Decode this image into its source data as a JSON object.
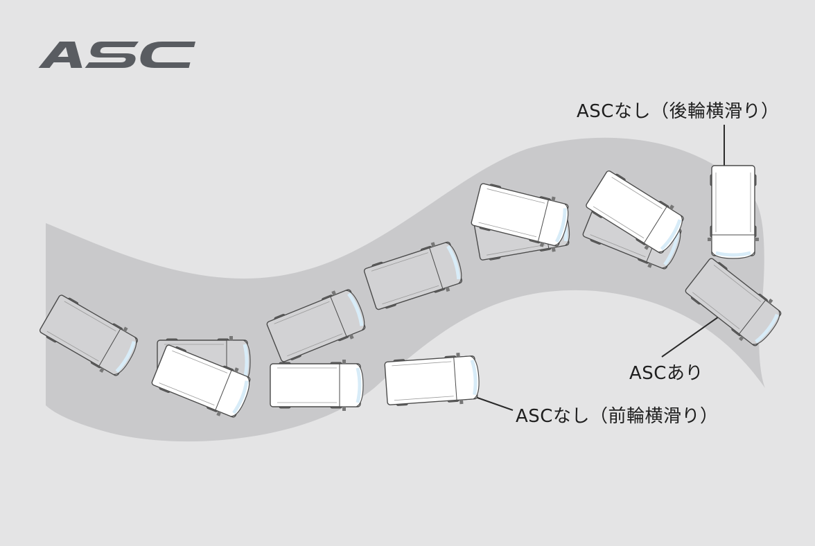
{
  "logo": {
    "text": "ASC",
    "color": "#595c61"
  },
  "labels": {
    "rear_skid": "ASCなし（後輪横滑り）",
    "with_asc": "ASCあり",
    "front_skid": "ASCなし（前輪横滑り）"
  },
  "colors": {
    "background": "#e4e4e5",
    "road": "#c9c9cb",
    "van_with_asc": "#d2d2d4",
    "van_without_asc": "#ffffff",
    "outline": "#4a4a4a",
    "headlight": "#d8ecf8"
  },
  "legend": {
    "with_asc_vans": "gray",
    "without_asc_vans": "white"
  }
}
